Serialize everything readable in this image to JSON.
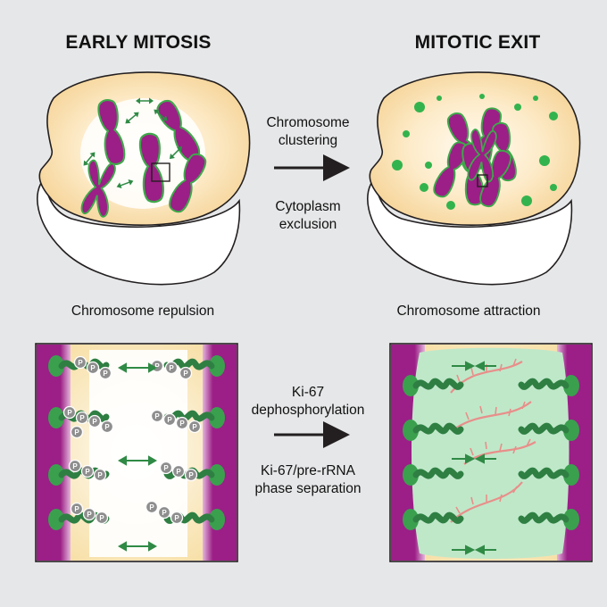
{
  "titles": {
    "left": "EARLY MITOSIS",
    "right": "MITOTIC EXIT"
  },
  "top_middle": {
    "line1": "Chromosome",
    "line2": "clustering",
    "line3": "Cytoplasm",
    "line4": "exclusion"
  },
  "captions": {
    "left": "Chromosome repulsion",
    "right": "Chromosome attraction"
  },
  "bottom_middle": {
    "line1": "Ki-67",
    "line2": "dephosphorylation",
    "line3": "Ki-67/pre-rRNA",
    "line4": "phase separation"
  },
  "phospho_label": "P",
  "colors": {
    "background": "#e6e7e8",
    "chromosome": "#9b1f86",
    "chromosome_outline": "#3fa84a",
    "ki67": "#2f8a45",
    "droplet": "#33b34d",
    "cytoplasm": "#fbe7b8",
    "condensate": "#bfe8c9",
    "rrna": "#e88f8a",
    "phospho": "#8e8e8e"
  }
}
